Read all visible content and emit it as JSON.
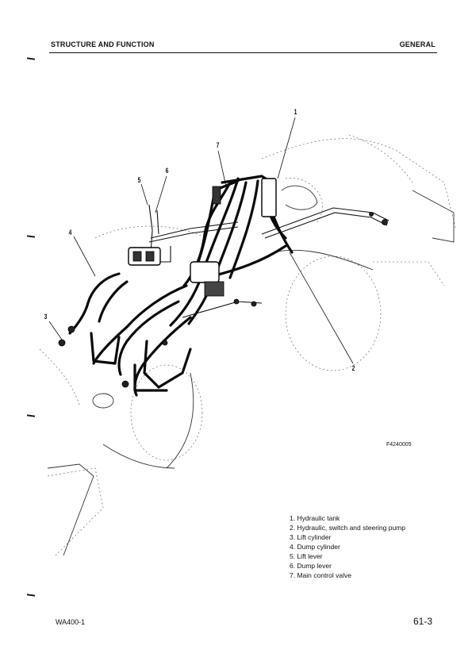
{
  "header": {
    "left": "STRUCTURE AND FUNCTION",
    "right": "GENERAL"
  },
  "figure": {
    "code": "F4240005",
    "callouts": [
      "1",
      "2",
      "3",
      "4",
      "5",
      "6",
      "7"
    ]
  },
  "legend": {
    "items": [
      "1. Hydraulic tank",
      "2. Hydraulic, switch and steering pump",
      "3. Lift cylinder",
      "4. Dump cylinder",
      "5. Lift lever",
      "6. Dump lever",
      "7. Main control valve"
    ]
  },
  "footer": {
    "model": "WA400-1",
    "page": "61-3"
  }
}
